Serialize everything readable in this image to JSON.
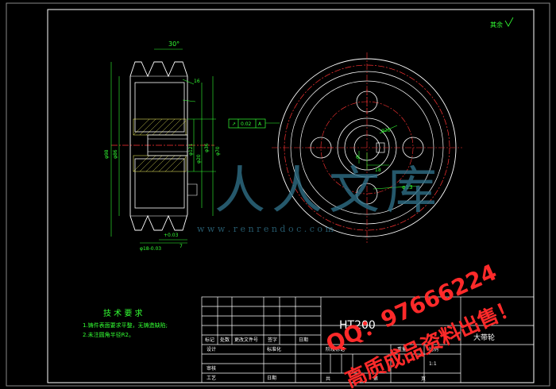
{
  "drawing": {
    "colors": {
      "background": "#000000",
      "line": "#ffffff",
      "center": "#ff3333",
      "dim": "#33ff33",
      "hatch": "#ffff66",
      "watermark": "#2f6f86"
    },
    "roughness_mark": "其余",
    "section_labels": {
      "angle": "30°",
      "d1": "φ98",
      "d2": "φ86",
      "d3": "φ121",
      "d4": "φ36",
      "d5": "φ70",
      "d6": "φ20",
      "bore": "φ18-0.03",
      "width": "7",
      "hub_tol": "+0.03",
      "groove": "16"
    },
    "front_labels": {
      "tolerance_frame": "0.02",
      "datum": "A",
      "hole": "φ13",
      "keyway": "6",
      "bore": "φ20",
      "span": "18"
    },
    "tech_req": {
      "title": "技 术 要 求",
      "items": [
        "1.铸件表面要求平整，无铸造缺陷;",
        "2.未注圆角半径R2。"
      ]
    },
    "title_block": {
      "material": "HT200",
      "part_name": "大带轮",
      "row_labels": [
        "标记",
        "处数",
        "更改文件号",
        "签字",
        "日期"
      ],
      "design": "设计",
      "standard": "标准化",
      "check": "审核",
      "process": "工艺",
      "date": "日期",
      "stage_mark": "阶段标记",
      "weight": "重量",
      "scale": "比例",
      "scale_value": "1:1",
      "sheets": "共",
      "sheet": "第",
      "page": "页"
    },
    "watermark": {
      "text": "人人文库",
      "url": "w w w . r e n r e n d o c . c o m"
    },
    "overlay": {
      "qq": "QQ：97666224",
      "sale": "高质成品资料出售！"
    }
  }
}
